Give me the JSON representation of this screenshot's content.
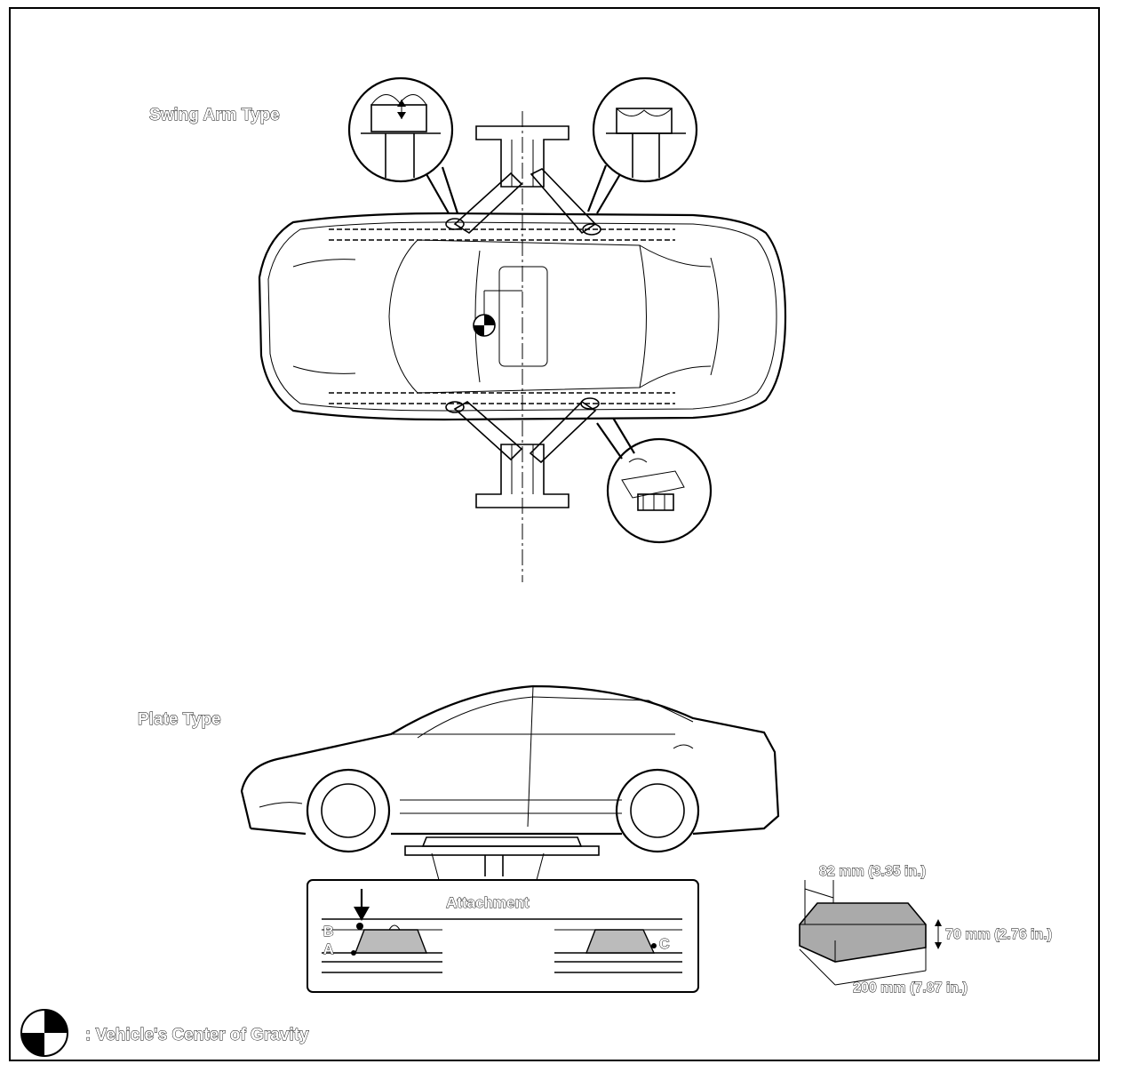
{
  "labels": {
    "swing_arm_type": "Swing Arm Type",
    "plate_type": "Plate Type",
    "attachment": "Attachment",
    "point_a": "A",
    "point_b": "B",
    "point_c": "C",
    "dim_width": "82 mm (3.35 in.)",
    "dim_height": "70 mm (2.76 in.)",
    "dim_length": "200 mm (7.87 in.)",
    "legend": ": Vehicle's Center of Gravity"
  },
  "icons": {
    "center_of_gravity": "center-of-gravity-icon"
  }
}
